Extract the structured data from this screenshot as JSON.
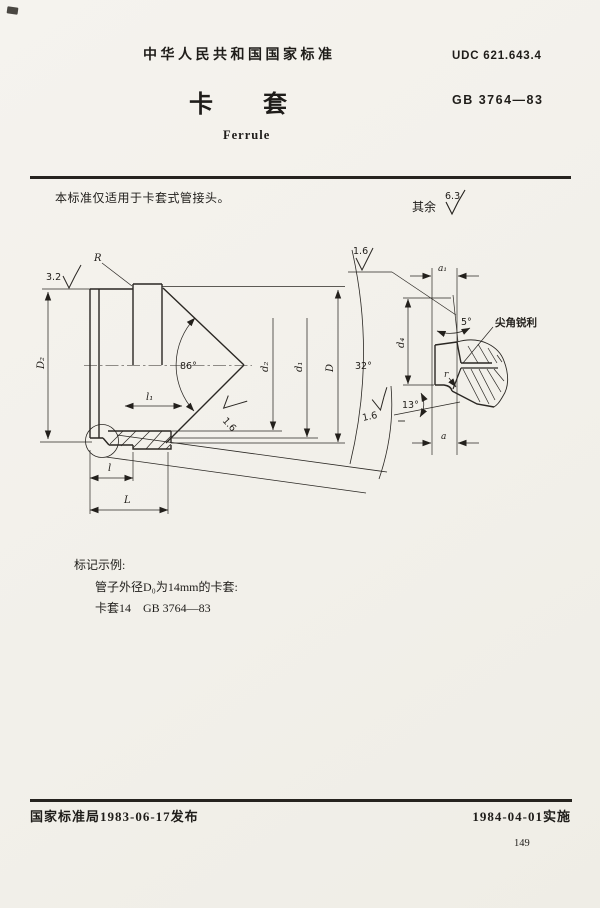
{
  "colors": {
    "paper": "#f2f0ea",
    "ink": "#1f1d1a"
  },
  "header": {
    "national_standard": "中华人民共和国国家标准",
    "udc": "UDC 621.643.4",
    "title_cn": "卡套",
    "code": "GB 3764—83",
    "title_en": "Ferrule"
  },
  "scope": {
    "text": "本标准仅适用于卡套式管接头。",
    "other_surfaces_label": "其余",
    "other_surfaces_value": "6.3"
  },
  "drawing": {
    "main": {
      "roughness1": "3.2",
      "radius": "R",
      "D2": "D₂",
      "l1": "l₁",
      "cone_angle": "86°",
      "roughness2": "1.6",
      "d2": "d₂",
      "d1": "d₁",
      "D": "D",
      "l": "l",
      "L": "L",
      "break_angle": "32°"
    },
    "detail": {
      "roughness_top": "1.6",
      "a1": "a₁",
      "angle5": "5°",
      "sharp_note": "尖角锐利",
      "d4": "d₄",
      "r": "r",
      "angle13": "13°",
      "roughness_bottom": "1.6",
      "a": "a"
    }
  },
  "example": {
    "heading": "标记示例:",
    "line1": "管子外径D₀为14mm的卡套:",
    "line2": "卡套14　GB 3764—83"
  },
  "footer": {
    "issued": "国家标准局1983-06-17发布",
    "effective": "1984-04-01实施",
    "page": "149"
  }
}
